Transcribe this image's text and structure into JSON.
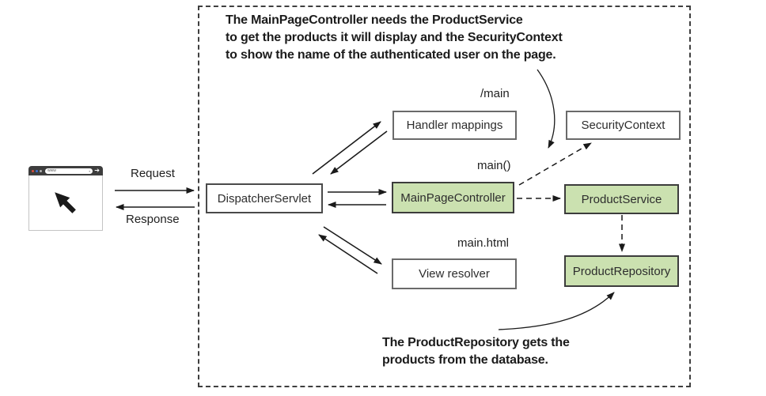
{
  "diagram": {
    "annotation_top": {
      "lines": [
        "The MainPageController needs the ProductService",
        "to get the products it will display and the SecurityContext",
        "to show the name of the authenticated user on the page."
      ]
    },
    "annotation_bottom": {
      "lines": [
        "The ProductRepository gets the",
        "products from the database."
      ]
    },
    "client": {
      "browser_address": "www",
      "browser_go_arrow": "➔",
      "request_label": "Request",
      "response_label": "Response"
    },
    "nodes": {
      "dispatcher_servlet": "DispatcherServlet",
      "handler_mappings": "Handler mappings",
      "security_context": "SecurityContext",
      "main_page_controller": "MainPageController",
      "product_service": "ProductService",
      "product_repository": "ProductRepository",
      "view_resolver": "View resolver"
    },
    "edge_labels": {
      "main_path": "/main",
      "main_method": "main()",
      "main_view": "main.html"
    },
    "colors": {
      "highlight_fill": "#cbe1b0",
      "highlight_border": "#3c3c3c",
      "box_border": "#6a6a6a",
      "arrow": "#1a1a1a"
    }
  }
}
